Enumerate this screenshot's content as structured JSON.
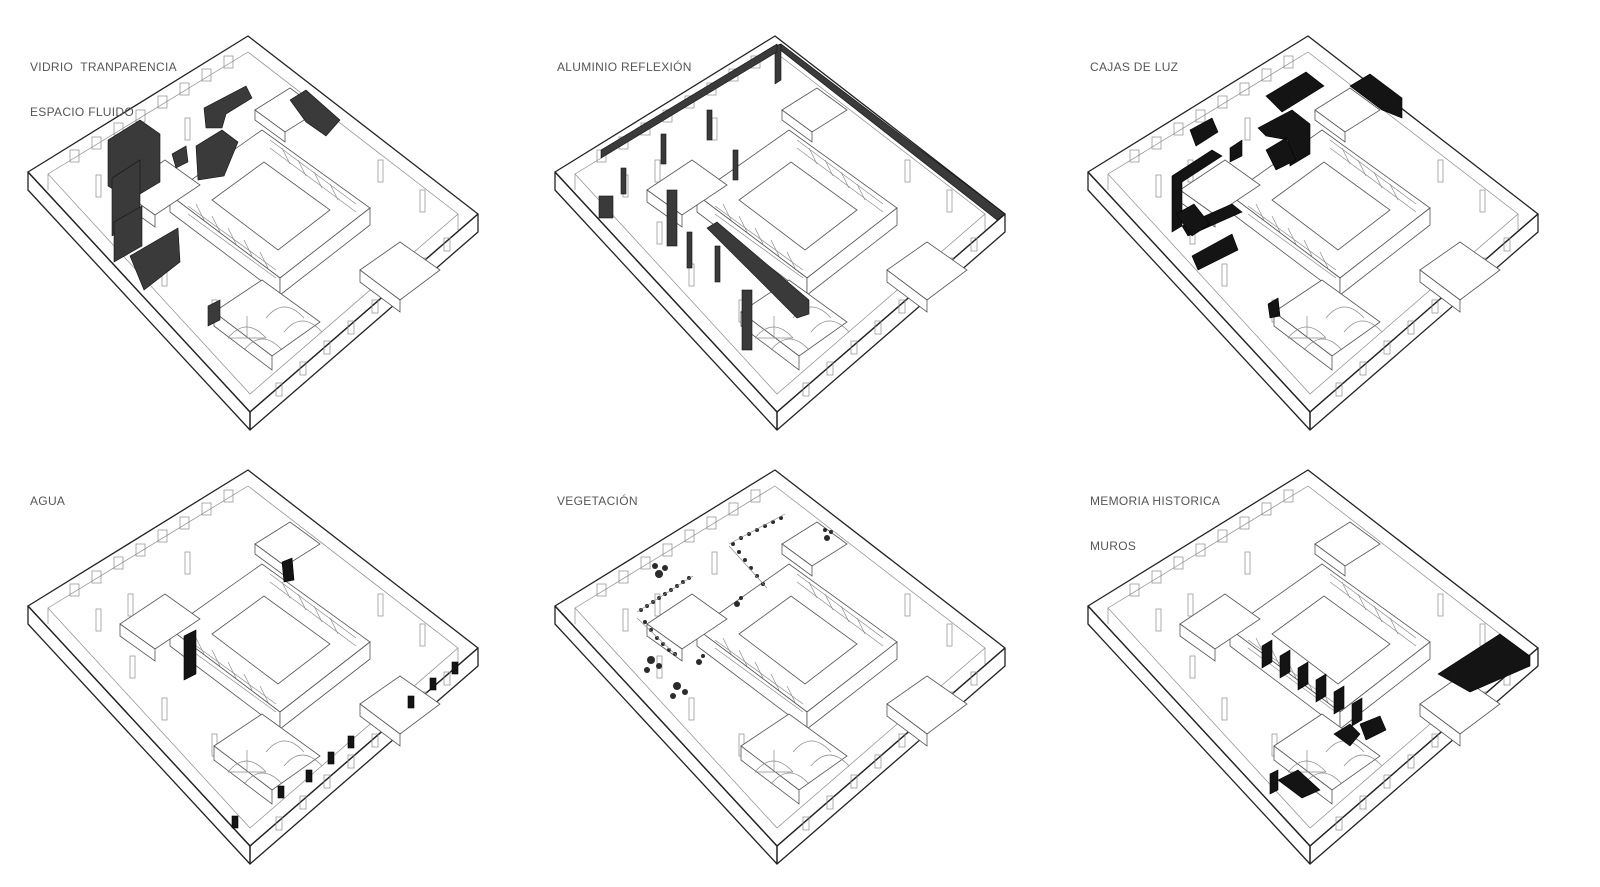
{
  "panels": [
    {
      "id": "vidrio",
      "label_lines": [
        "VIDRIO  TRANPARENCIA",
        "ESPACIO FLUIDO"
      ],
      "highlight": "dark-gray fill"
    },
    {
      "id": "aluminio",
      "label_lines": [
        "ALUMINIO REFLEXIÓN"
      ],
      "highlight": "dark-gray fill"
    },
    {
      "id": "cajas",
      "label_lines": [
        "CAJAS DE LUZ"
      ],
      "highlight": "black fill"
    },
    {
      "id": "agua",
      "label_lines": [
        "AGUA"
      ],
      "highlight": "black fill"
    },
    {
      "id": "vegetacion",
      "label_lines": [
        "VEGETACIÓN"
      ],
      "highlight": "plant sketches"
    },
    {
      "id": "memoria",
      "label_lines": [
        "MEMORIA HISTORICA",
        "MUROS"
      ],
      "highlight": "black fill"
    }
  ],
  "colors": {
    "line": "#222222",
    "fine_line": "#8a8a8a",
    "highlight_gray": "#3a3a3a",
    "highlight_black": "#141414",
    "label": "#555555",
    "background": "#ffffff"
  }
}
